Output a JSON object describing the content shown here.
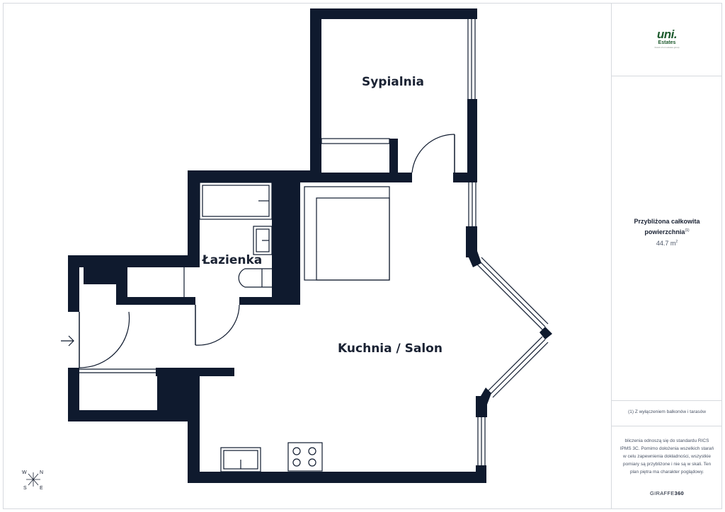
{
  "rooms": {
    "bedroom": "Sypialnia",
    "bathroom": "Łazienka",
    "kitchen_living": "Kuchnia / Salon"
  },
  "compass": {
    "w": "W",
    "n": "N",
    "s": "S",
    "e": "E"
  },
  "logo": {
    "mark": "uni.",
    "sub": "Estates",
    "tagline": "brand of uni estates group"
  },
  "area": {
    "label": "Przybliżona całkowita powierzchnia",
    "note_ref": "(1)",
    "value": "44.7 m",
    "unit_sup": "2"
  },
  "footnote": "(1) Z wyłączeniem balkonów i tarasów",
  "disclaimer": "bliczenia odnoszą się do standardu RICS IPMS 3C. Pomimo dołożenia wszelkich starań w celu zapewnienia dokładności, wszystkie pomiary są przybliżone i nie są w skali. Ten plan piętra ma charakter poglądowy.",
  "brand": {
    "prefix": "GIRAFFE",
    "suffix": "360"
  },
  "colors": {
    "wall": "#0f1a2e",
    "accent": "#1e5b2e"
  }
}
